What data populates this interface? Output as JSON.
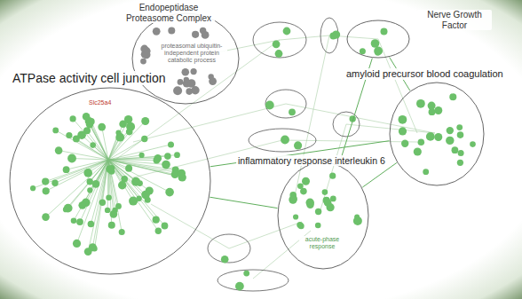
{
  "diagram": {
    "nodes": [
      {
        "text": [
          "Endopeptidase Proteasome Complex",
          "proteasomal ubiquitin-independent protein catabolic process"
        ]
      },
      {
        "text": [
          "Nerve Growth Factor"
        ]
      },
      {
        "text": [
          "ATPase activity cell junction",
          "Slc25a4"
        ]
      },
      {
        "text": [
          "amyloid precursor blood coagulation"
        ]
      },
      {
        "text": [
          "inflammatory response interleukin 6",
          "acute-phase response"
        ]
      }
    ],
    "edges": [
      {
        "from": 2,
        "to": 0,
        "arrow": "none"
      },
      {
        "from": 2,
        "to": 3,
        "arrow": "none"
      },
      {
        "from": 2,
        "to": 4,
        "arrow": "none"
      },
      {
        "from": 3,
        "to": 4,
        "arrow": "none"
      },
      {
        "from": 1,
        "to": 4,
        "arrow": "none"
      },
      {
        "from": 1,
        "to": 3,
        "arrow": "none"
      }
    ]
  }
}
